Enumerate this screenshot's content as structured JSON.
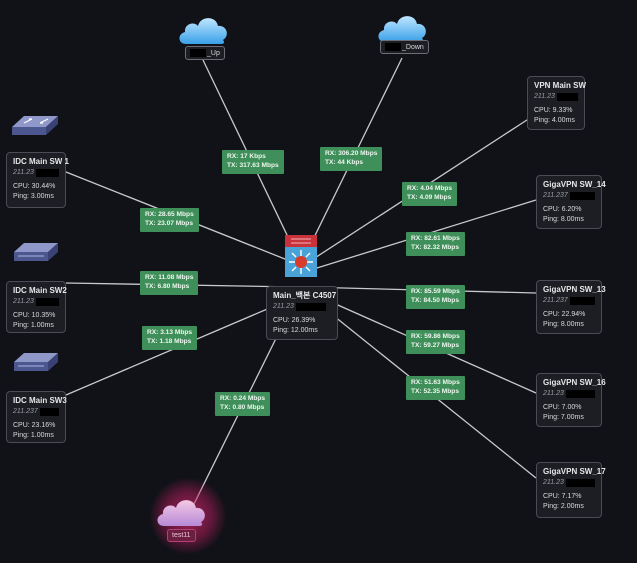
{
  "clouds": [
    {
      "id": "up",
      "label": "_Up"
    },
    {
      "id": "down",
      "label": "_Down"
    }
  ],
  "test_node": {
    "label": "test11"
  },
  "core": {
    "name": "Main_백본 C4507",
    "ip": "211.23",
    "cpu": "CPU: 26.39%",
    "ping": "Ping: 12.00ms"
  },
  "left_nodes": [
    {
      "name": "IDC Main SW 1",
      "ip": "211.23",
      "cpu": "CPU: 30.44%",
      "ping": "Ping: 3.00ms"
    },
    {
      "name": "IDC Main SW2",
      "ip": "211.23",
      "cpu": "CPU: 10.35%",
      "ping": "Ping: 1.00ms"
    },
    {
      "name": "IDC Main SW3",
      "ip": "211.237",
      "cpu": "CPU: 23.16%",
      "ping": "Ping: 1.00ms"
    }
  ],
  "right_nodes": [
    {
      "name": "VPN Main SW",
      "ip": "211.23",
      "cpu": "CPU: 9.33%",
      "ping": "Ping: 4.00ms"
    },
    {
      "name": "GigaVPN SW_14",
      "ip": "211.237",
      "cpu": "CPU: 6.20%",
      "ping": "Ping: 8.00ms"
    },
    {
      "name": "GigaVPN SW_13",
      "ip": "211.237",
      "cpu": "CPU: 22.94%",
      "ping": "Ping: 8.00ms"
    },
    {
      "name": "GigaVPN SW_16",
      "ip": "211.23",
      "cpu": "CPU: 7.00%",
      "ping": "Ping: 7.00ms"
    },
    {
      "name": "GigaVPN SW_17",
      "ip": "211.23",
      "cpu": "CPU: 7.17%",
      "ping": "Ping: 2.00ms"
    }
  ],
  "edges": [
    {
      "rx": "RX: 17 Kbps",
      "tx": "TX: 317.63 Mbps"
    },
    {
      "rx": "RX: 306.20 Mbps",
      "tx": "TX: 44 Kbps"
    },
    {
      "rx": "RX: 28.65 Mbps",
      "tx": "TX: 23.07 Mbps"
    },
    {
      "rx": "RX: 11.08 Mbps",
      "tx": "TX: 6.80 Mbps"
    },
    {
      "rx": "RX: 3.13 Mbps",
      "tx": "TX: 1.18 Mbps"
    },
    {
      "rx": "RX: 0.24 Mbps",
      "tx": "TX: 0.80 Mbps"
    },
    {
      "rx": "RX: 4.04 Mbps",
      "tx": "TX: 4.09 Mbps"
    },
    {
      "rx": "RX: 82.61 Mbps",
      "tx": "TX: 82.32 Mbps"
    },
    {
      "rx": "RX: 85.59 Mbps",
      "tx": "TX: 84.50 Mbps"
    },
    {
      "rx": "RX: 59.86 Mbps",
      "tx": "TX: 59.27 Mbps"
    },
    {
      "rx": "RX: 51.63 Mbps",
      "tx": "TX: 52.35 Mbps"
    }
  ],
  "colors": {
    "background": "#111217",
    "edge_label": "#3f8f5a",
    "card": "#1c1e24",
    "link": "#c8c9cc"
  }
}
